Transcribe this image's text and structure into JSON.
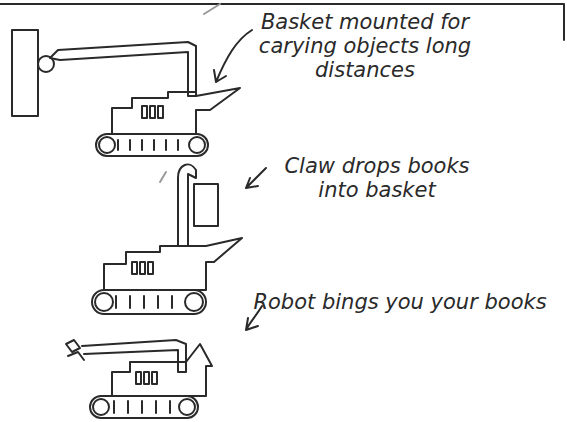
{
  "diagram": {
    "labels": [
      "Basket mounted for carying objects long distances",
      "Claw drops books into basket",
      "Robot bings you your books"
    ]
  }
}
